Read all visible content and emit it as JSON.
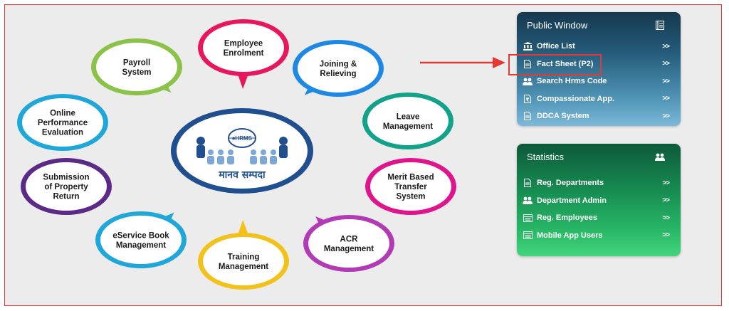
{
  "hub": {
    "logo_text": "eHRMS",
    "caption": "मानव सम्पदा"
  },
  "modules": [
    {
      "lines": [
        "Employee",
        "Enrolment"
      ],
      "color": "#e8175d"
    },
    {
      "lines": [
        "Joining &",
        "Relieving"
      ],
      "color": "#1e88e5"
    },
    {
      "lines": [
        "Leave",
        "Management"
      ],
      "color": "#10a38a"
    },
    {
      "lines": [
        "Merit Based",
        "Transfer",
        "System"
      ],
      "color": "#e0148c"
    },
    {
      "lines": [
        "ACR",
        "Management"
      ],
      "color": "#b23bb5"
    },
    {
      "lines": [
        "Training",
        "Management"
      ],
      "color": "#f2c21a"
    },
    {
      "lines": [
        "eService Book",
        "Management"
      ],
      "color": "#1ea7d8"
    },
    {
      "lines": [
        "Submission",
        "of Property",
        "Return"
      ],
      "color": "#5b2a86"
    },
    {
      "lines": [
        "Online",
        "Performance",
        "Evaluation"
      ],
      "color": "#1ea7d8"
    },
    {
      "lines": [
        "Payroll",
        "System"
      ],
      "color": "#8bc34a"
    }
  ],
  "public_window": {
    "title": "Public Window",
    "header_icon": "book-icon",
    "items": [
      {
        "label": "Office List",
        "icon": "bank-icon",
        "chevron": ">>"
      },
      {
        "label": "Fact Sheet (P2)",
        "icon": "document-icon",
        "chevron": ">>"
      },
      {
        "label": "Search Hrms Code",
        "icon": "users-icon",
        "chevron": ">>"
      },
      {
        "label": "Compassionate App.",
        "icon": "rupee-doc-icon",
        "chevron": ">>"
      },
      {
        "label": "DDCA System",
        "icon": "document-icon",
        "chevron": ">>"
      }
    ]
  },
  "statistics": {
    "title": "Statistics",
    "header_icon": "users-icon",
    "items": [
      {
        "label": "Reg. Departments",
        "icon": "document-icon",
        "chevron": ">>"
      },
      {
        "label": "Department Admin",
        "icon": "users-icon",
        "chevron": ">>"
      },
      {
        "label": "Reg. Employees",
        "icon": "list-icon",
        "chevron": ">>"
      },
      {
        "label": "Mobile App Users",
        "icon": "list-icon",
        "chevron": ">>"
      }
    ]
  },
  "colors": {
    "highlight": "#e53935",
    "arrow": "#e53935",
    "public_panel": "#245b7a",
    "statistics_panel": "#168a50"
  },
  "annotation": {
    "highlighted_item": "Fact Sheet (P2)",
    "arrow_icon": "arrow-right-icon"
  }
}
